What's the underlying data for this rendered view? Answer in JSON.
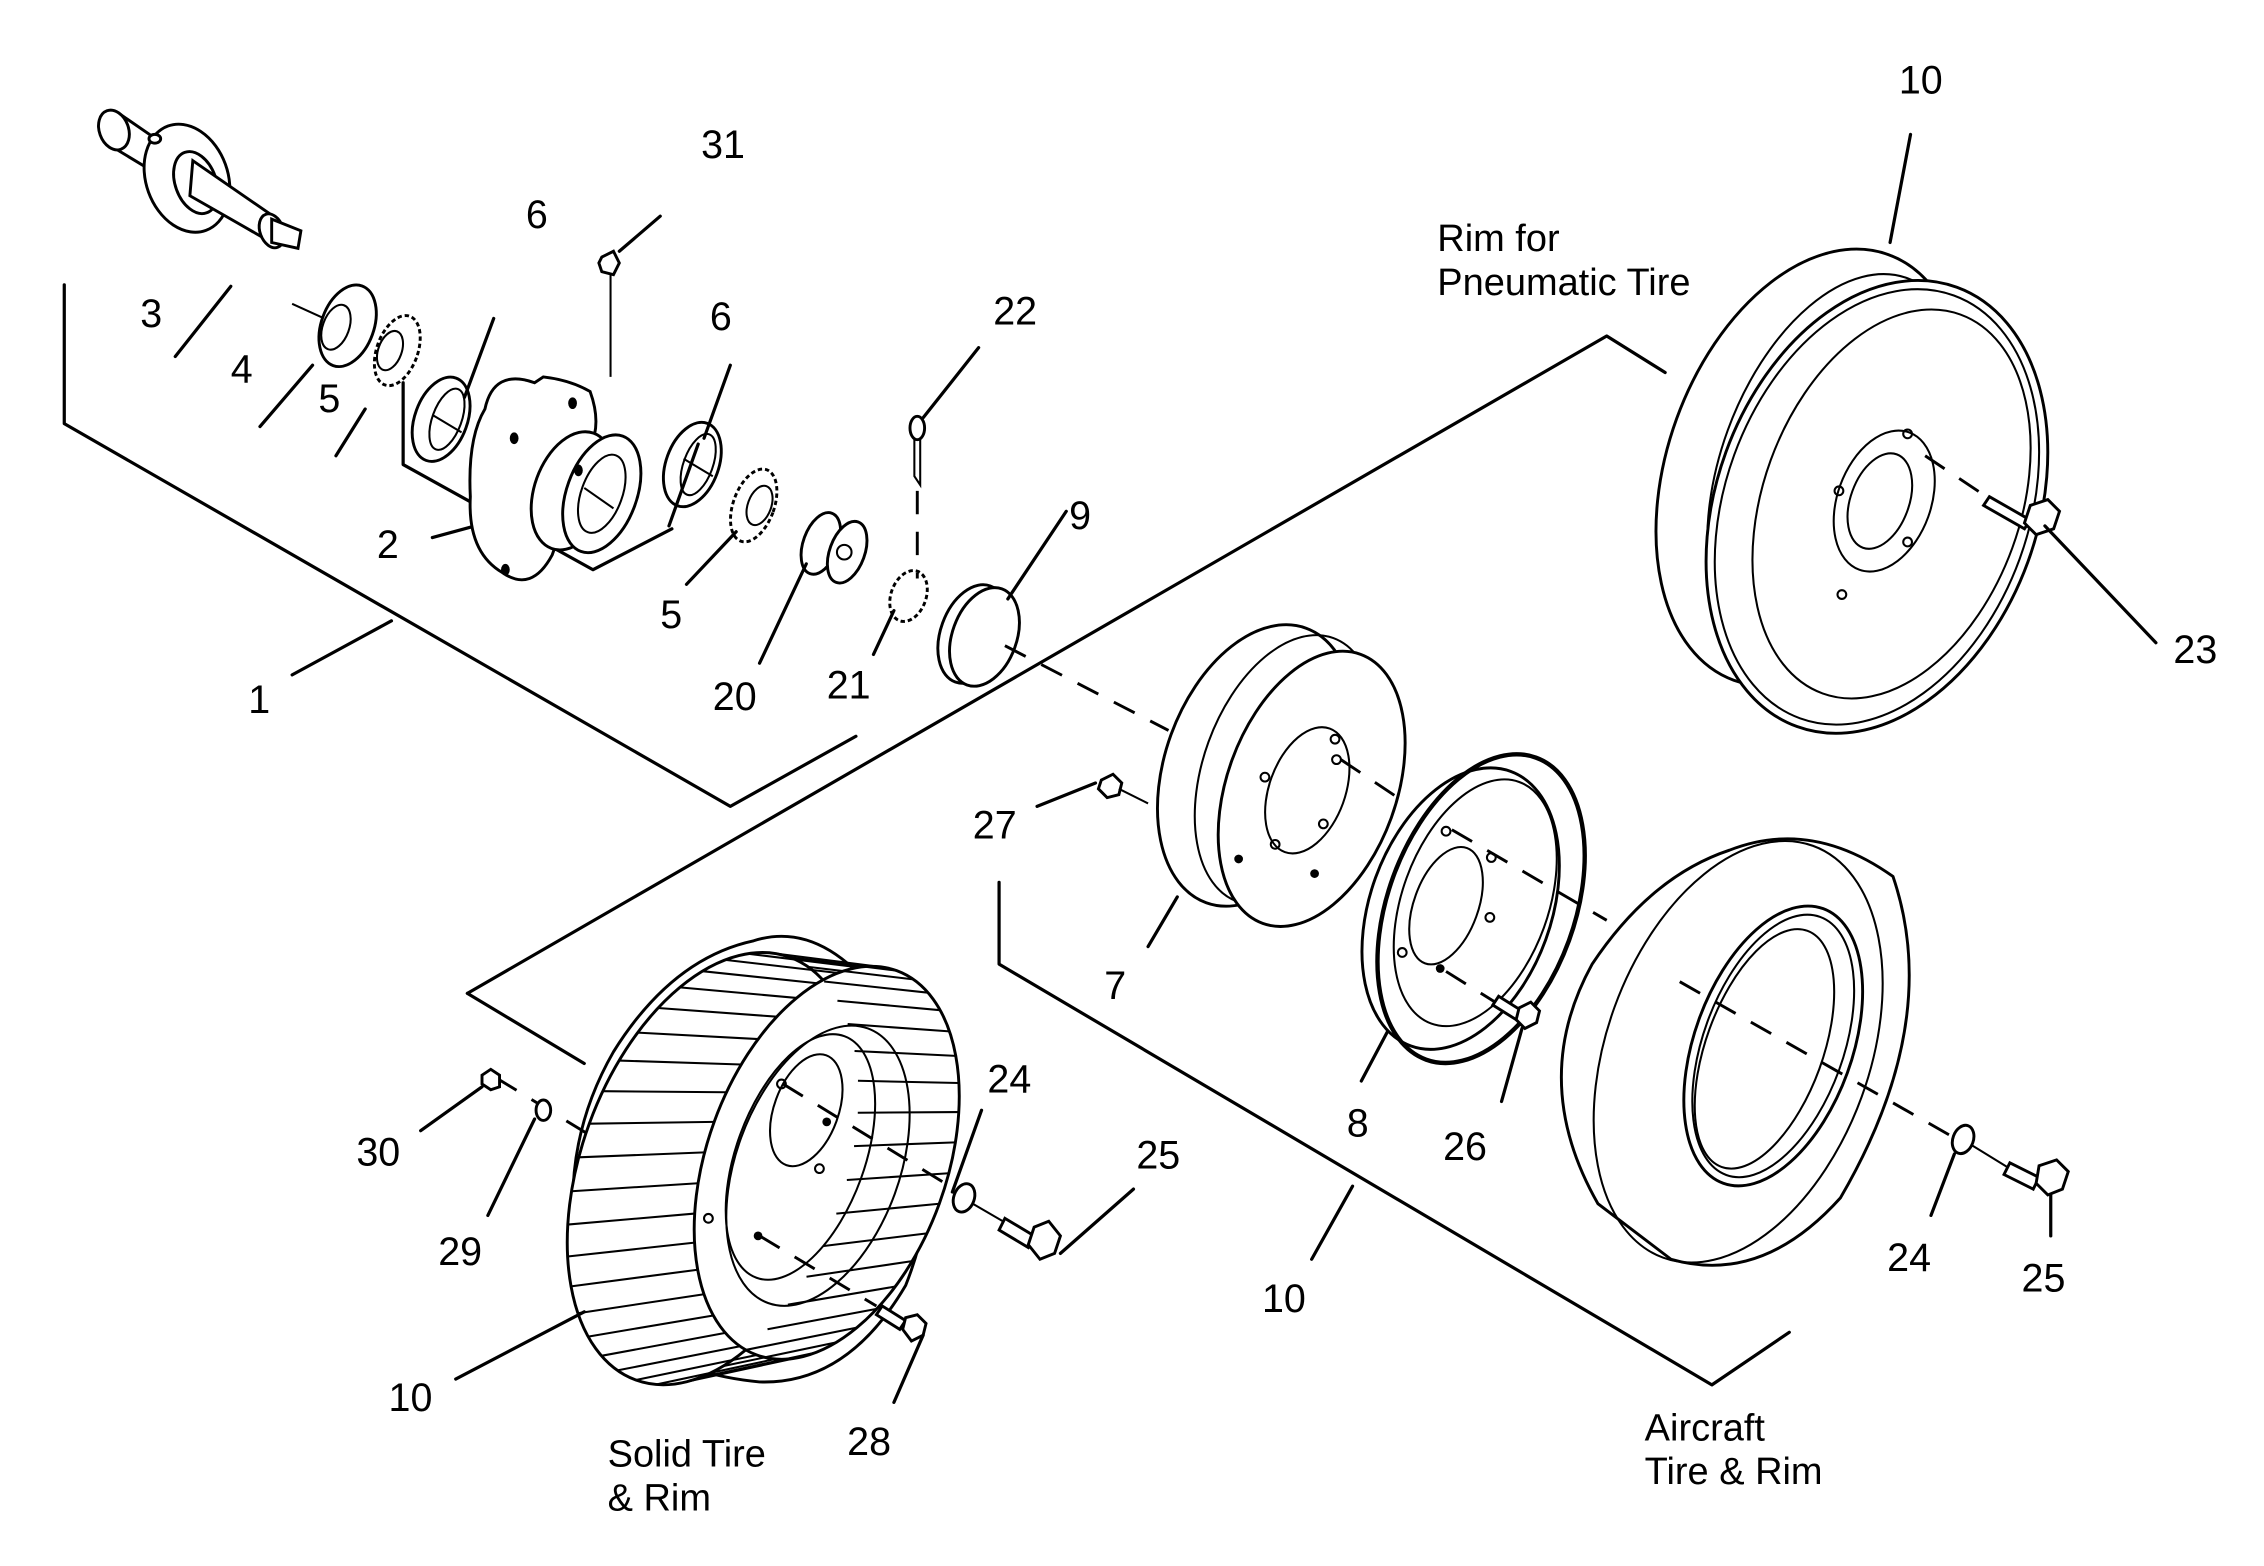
{
  "diagram": {
    "title": "Exploded parts diagram - wheel hub and tire/rim options",
    "callouts": {
      "c1": "1",
      "c2": "2",
      "c3": "3",
      "c4": "4",
      "c5a": "5",
      "c5b": "5",
      "c6a": "6",
      "c6b": "6",
      "c7": "7",
      "c8": "8",
      "c9": "9",
      "c10_pneumatic": "10",
      "c10_aircraft": "10",
      "c10_solid": "10",
      "c20": "20",
      "c21": "21",
      "c22": "22",
      "c23": "23",
      "c24_solid": "24",
      "c24_aircraft": "24",
      "c25_solid": "25",
      "c25_aircraft": "25",
      "c26": "26",
      "c27": "27",
      "c28": "28",
      "c29": "29",
      "c30": "30",
      "c31": "31"
    },
    "captions": {
      "pneumatic_line1": "Rim for",
      "pneumatic_line2": "Pneumatic Tire",
      "aircraft_line1": "Aircraft",
      "aircraft_line2": "Tire & Rim",
      "solid_line1": "Solid Tire",
      "solid_line2": "& Rim"
    }
  }
}
